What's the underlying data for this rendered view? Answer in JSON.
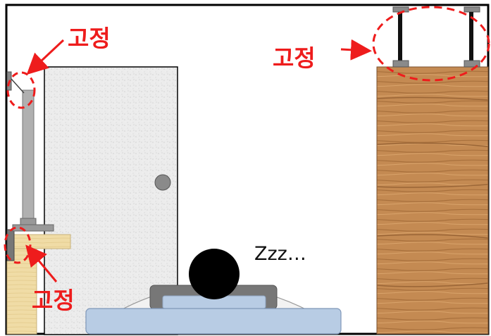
{
  "labels": {
    "fix_top_left": "고정",
    "fix_top_right": "고정",
    "fix_bottom_left": "고정",
    "sleep": "Zzz…"
  },
  "colors": {
    "annotation": "#ee1c1c",
    "door": "#ececec",
    "wardrobe": "#c48a52",
    "shelf": "#f0dca6",
    "mattress": "#b8cce4",
    "pole": "#b0b0b0",
    "frame": "#000000"
  },
  "icons": {
    "door_knob": "circle",
    "sleeper_head": "filled-circle",
    "arrows": "red-arrow"
  }
}
